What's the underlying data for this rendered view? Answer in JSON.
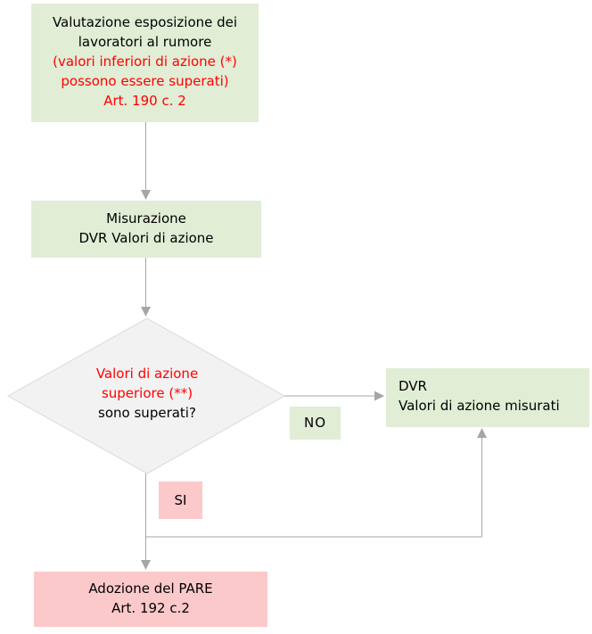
{
  "colors": {
    "box_green": "#e1edd5",
    "box_pink": "#fcc9cb",
    "diamond_fill": "#f2f2f2",
    "diamond_border": "#d9d9d9",
    "connector_gray": "#a6a6a6",
    "text_red": "#ff0000",
    "text_black": "#000000"
  },
  "nodes": {
    "valutazione": {
      "black_lines": [
        "Valutazione esposizione dei",
        "lavoratori al rumore"
      ],
      "red_lines": [
        "(valori inferiori di azione (*)",
        "possono essere superati)",
        "Art. 190 c. 2"
      ]
    },
    "misurazione": {
      "lines": [
        "Misurazione",
        "DVR Valori di azione"
      ]
    },
    "decision": {
      "red_lines": [
        "Valori di azione",
        "superiore (**)"
      ],
      "black_line": "sono superati?"
    },
    "dvr_misurati": {
      "lines": [
        "DVR",
        "Valori di azione misurati"
      ]
    },
    "adozione_pare": {
      "lines": [
        "Adozione del PARE",
        "Art. 192 c.2"
      ]
    },
    "labels": {
      "no": "NO",
      "si": "SI"
    }
  }
}
